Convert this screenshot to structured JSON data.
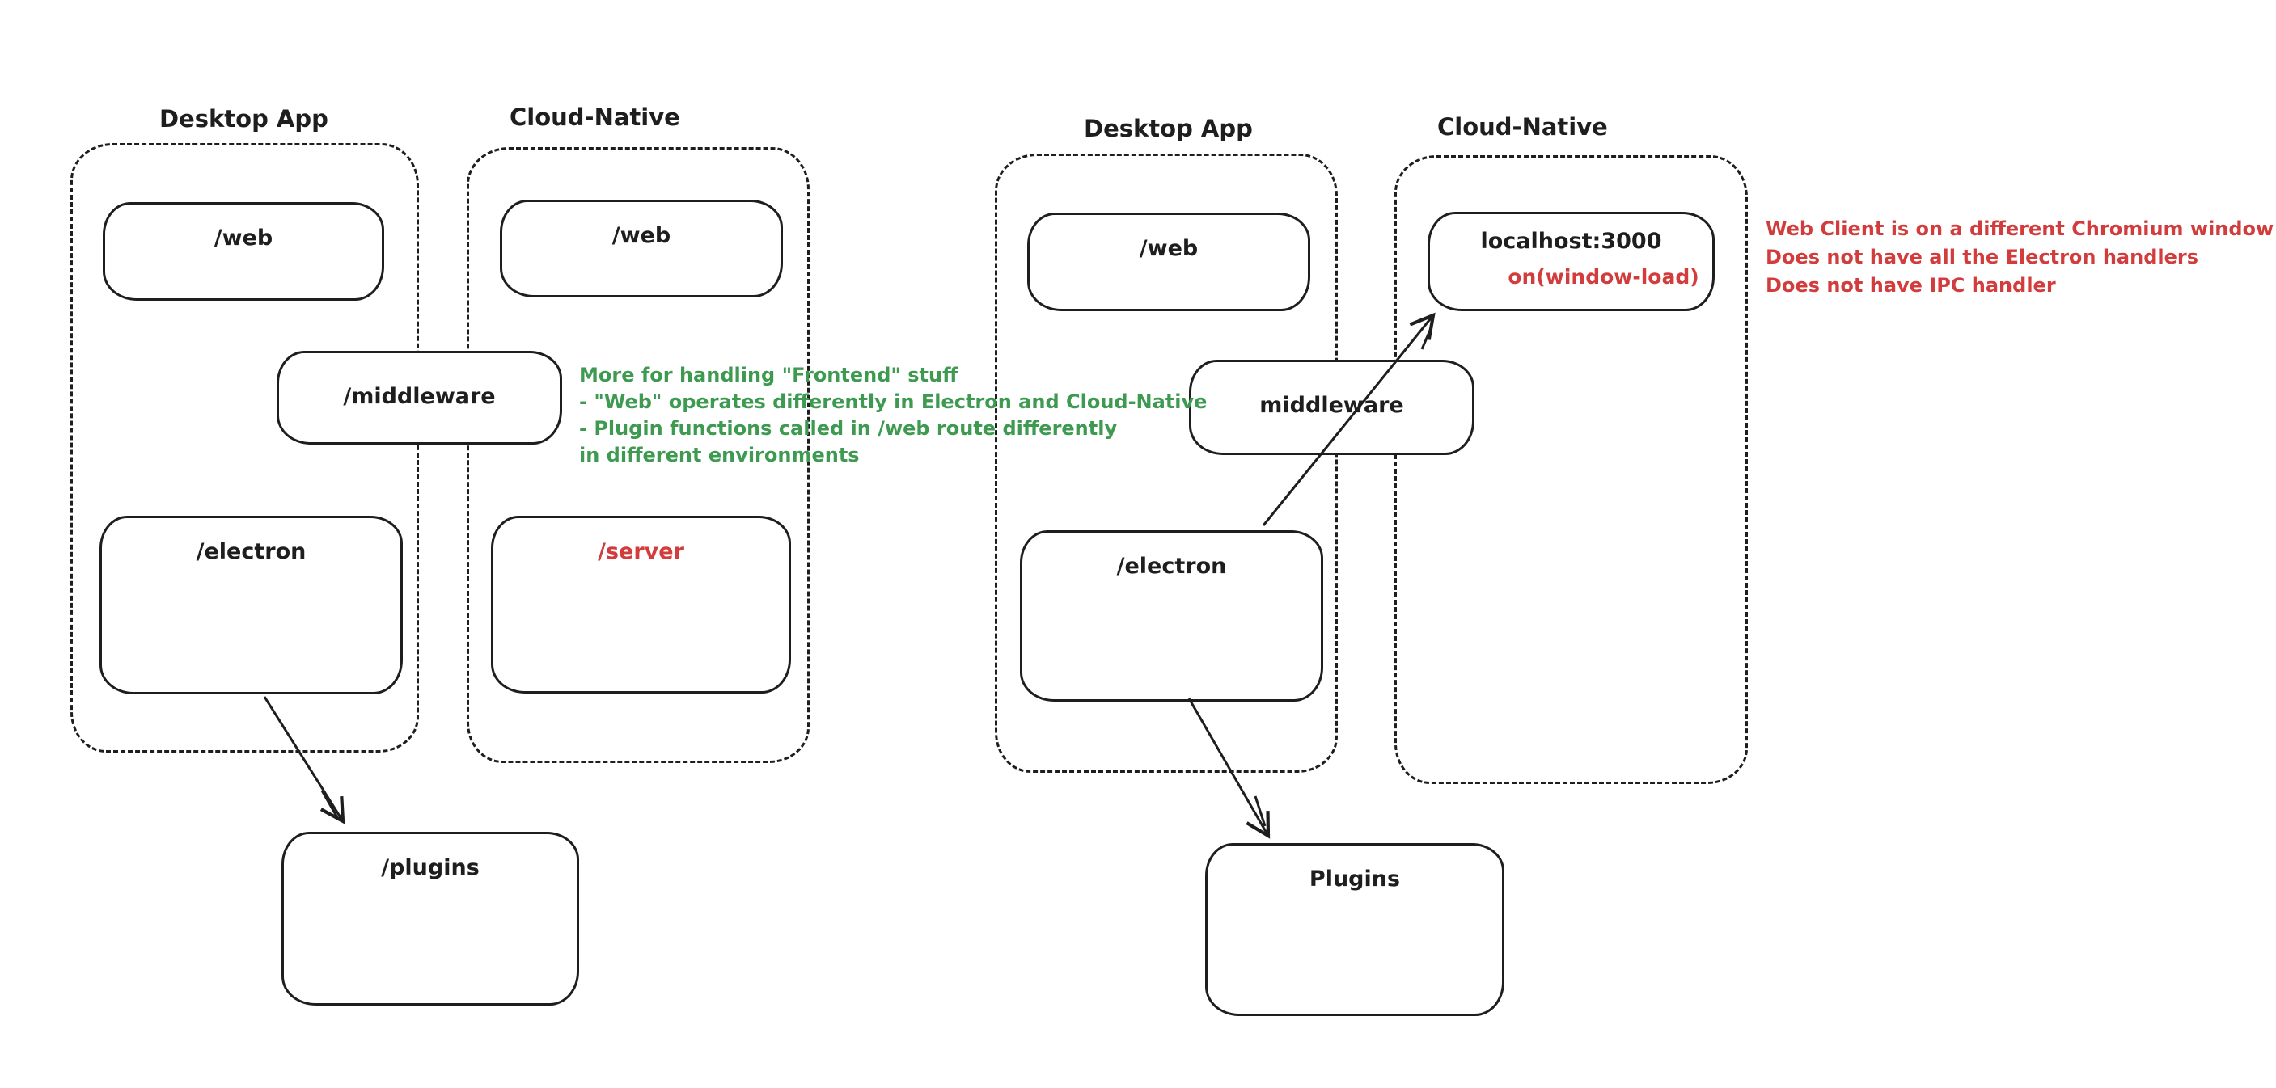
{
  "colors": {
    "ink": "#1e1e1e",
    "green": "#3d9a50",
    "red": "#d23c3c",
    "background": "#ffffff"
  },
  "left_diagram": {
    "desktop_group_label": "Desktop App",
    "cloud_group_label": "Cloud-Native",
    "desktop_web_box": "/web",
    "cloud_web_box": "/web",
    "middleware_box": "/middleware",
    "electron_box": "/electron",
    "server_box": "/server",
    "plugins_box": "/plugins"
  },
  "right_diagram": {
    "desktop_group_label": "Desktop App",
    "cloud_group_label": "Cloud-Native",
    "desktop_web_box": "/web",
    "localhost_box": "localhost:3000",
    "localhost_event": "on(window-load)",
    "middleware_box": "middleware",
    "electron_box": "/electron",
    "plugins_box": "Plugins"
  },
  "green_note": {
    "lines": [
      "More for handling \"Frontend\" stuff",
      "- \"Web\" operates differently in Electron and Cloud-Native",
      "- Plugin functions called in /web route differently",
      "in different environments"
    ]
  },
  "red_note": {
    "lines": [
      "Web Client is on a different Chromium window",
      "Does not have all the Electron handlers",
      "Does not have IPC handler"
    ]
  }
}
